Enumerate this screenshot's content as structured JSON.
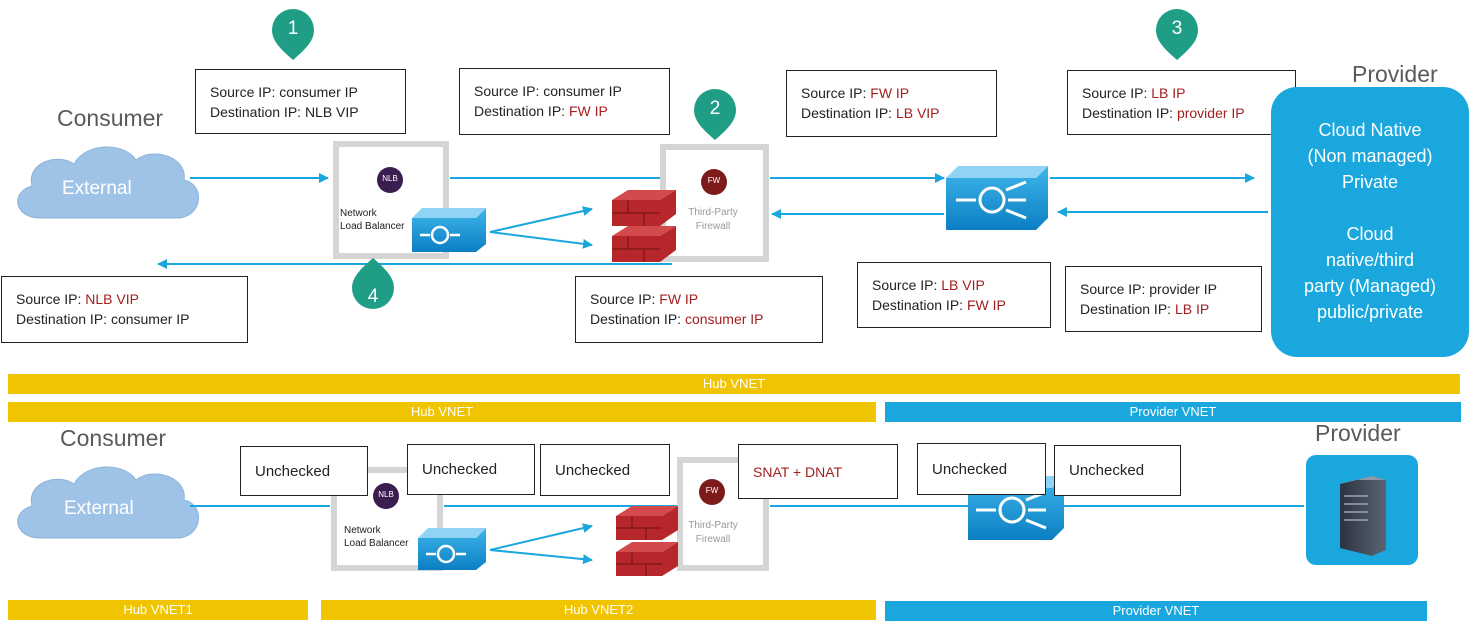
{
  "top": {
    "consumer_label": "Consumer",
    "provider_label": "Provider",
    "external_label": "External",
    "nlb_badge": "NLB",
    "nlb_caption_1": "Network",
    "nlb_caption_2": "Load Balancer",
    "fw_badge": "FW",
    "fw_caption_1": "Third-Party",
    "fw_caption_2": "Firewall",
    "markers": [
      "1",
      "2",
      "3",
      "4"
    ],
    "provider_lines": [
      "Cloud Native",
      "(Non managed)",
      "Private",
      "Cloud",
      "native/third",
      "party (Managed)",
      "public/private"
    ],
    "boxes": [
      {
        "src_label": "Source IP: ",
        "src_val": "consumer IP",
        "dst_label": "Destination IP: ",
        "dst_val": "NLB VIP"
      },
      {
        "src_label": "Source IP: ",
        "src_val": "consumer IP",
        "dst_label": "Destination IP: ",
        "dst_val": "FW IP"
      },
      {
        "src_label": "Source IP: ",
        "src_val": "FW IP",
        "dst_label": "Destination IP: ",
        "dst_val": "LB VIP"
      },
      {
        "src_label": "Source IP: ",
        "src_val": "LB IP",
        "dst_label": "Destination IP: ",
        "dst_val": "provider IP"
      },
      {
        "src_label": "Source IP: ",
        "src_val": "NLB VIP",
        "dst_label": "Destination IP: ",
        "dst_val": "consumer IP"
      },
      {
        "src_label": "Source IP: ",
        "src_val": "FW IP",
        "dst_label": "Destination IP: ",
        "dst_val": "consumer IP"
      },
      {
        "src_label": "Source IP: ",
        "src_val": "LB VIP",
        "dst_label": "Destination IP: ",
        "dst_val": "FW IP"
      },
      {
        "src_label": "Source IP: ",
        "src_val": "provider IP",
        "dst_label": "Destination IP: ",
        "dst_val": "LB IP"
      }
    ],
    "bars": {
      "hub": "Hub VNET",
      "hub2": "Hub VNET",
      "provider": "Provider VNET"
    }
  },
  "bottom": {
    "consumer_label": "Consumer",
    "provider_label": "Provider",
    "external_label": "External",
    "nlb_badge": "NLB",
    "nlb_caption_1": "Network",
    "nlb_caption_2": "Load Balancer",
    "fw_badge": "FW",
    "fw_caption_1": "Third-Party",
    "fw_caption_2": "Firewall",
    "boxes": [
      "Unchecked",
      "Unchecked",
      "Unchecked",
      "SNAT + DNAT",
      "Unchecked",
      "Unchecked"
    ],
    "bars": {
      "hub1": "Hub VNET1",
      "hub2": "Hub VNET2",
      "provider": "Provider VNET"
    }
  },
  "colors": {
    "accent_blue": "#1aa7de",
    "hub_yellow": "#f0c400",
    "ip_red": "#a31f1f",
    "marker_green": "#1f9e85"
  }
}
